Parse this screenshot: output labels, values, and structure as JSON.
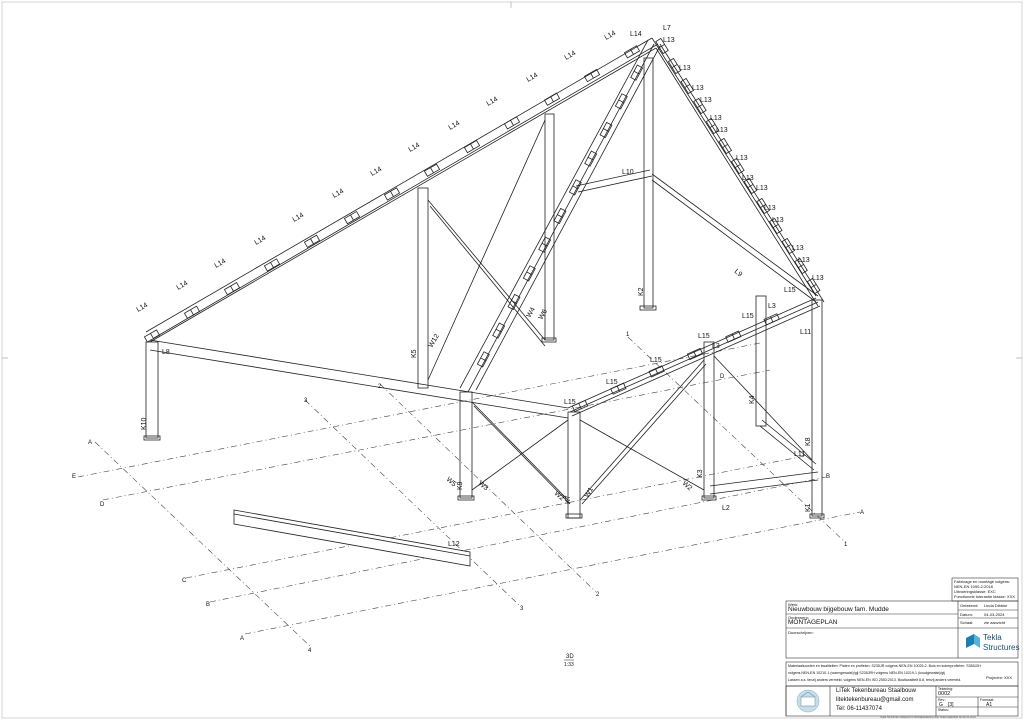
{
  "drawing": {
    "view_label": "3D",
    "scale_label": "1:33"
  },
  "member_labels": {
    "L14": "L14",
    "L13": "L13",
    "L15": "L15",
    "L2": "L2",
    "L3": "L3",
    "L7": "L7",
    "L8": "L8",
    "L9": "L9",
    "L10": "L10",
    "L11": "L11",
    "L12": "L12",
    "K1": "K1",
    "K2": "K2",
    "K3": "K3",
    "K4": "K4",
    "K5": "K5",
    "K7": "K7",
    "K8": "K8",
    "K9": "K9",
    "K10": "K10",
    "W1": "W1",
    "W2": "W2",
    "W3": "W3",
    "W4": "W4",
    "W5": "W5",
    "W6": "W6",
    "W12": "W12"
  },
  "grid_labels": {
    "A": "A",
    "B": "B",
    "C": "C",
    "D": "D",
    "E": "E",
    "n1": "1",
    "n2": "2",
    "n3": "3",
    "n4": "4"
  },
  "title_block": {
    "spec_lines": [
      "Fabricage en montage volgens:",
      "NEN-EN 1090-2:2018",
      "Uitvoeringsklasse: EXC",
      "Functionele tolerantie klasse: XXX"
    ],
    "werk_label": "Werk:",
    "werk_value": "Nieuwbouw bijgebouw fam. Mudde",
    "onderwerp_label": "Onderwerp:",
    "onderwerp_value": "MONTAGEPLAN",
    "getekend_label": "Getekend:",
    "getekend_value": "Linda Dibbke",
    "datum_label": "Datum:",
    "datum_value": "04-03-2024",
    "schaal_label": "Schaal:",
    "schaal_value": "zie aanzicht",
    "doorsturen_label": "Doorschrijven:",
    "logo_primary": "Tekla",
    "logo_secondary": "Structures",
    "notes_line1": "Materiaalsoorten en kwaliteiten: Platen en profielen: S235JR volgens NEN-EN 10025-2. Buis en kokerprofielen: S355J2H",
    "notes_line2": "volgens NEN-EN 10210-1 (warmgewalst)/gij S235JRH volgens NEN-EN 10219-1 (koudgewalst)/gij",
    "notes_line3": "Lassen a.s. tenzij anders vermeld, volgens NEN-EN ISO 2553:2013. Boutkwaliteit 8.8, tenzij anders vermeld.",
    "company_name": "LiTek Tekenbureau Staalbouw",
    "company_email": "litektekenbureau@gmail.com",
    "company_tel": "Tel: 06-11437074",
    "project_label": "Projectnr:",
    "project_value": "XXX",
    "tekening_label": "Tekening:",
    "tekening_value": "0002",
    "rev_label": "Rev.:",
    "rev_value": "G",
    "rev_index": "[3]",
    "formaat_label": "Formaat:",
    "formaat_value": "A1",
    "status_label": "Status:",
    "footer_text": "Tekla Structures  model/2023  Montagetekening vrije Sheet  Afgedrukt op 04-03-2024"
  },
  "colors": {
    "line": "#222222",
    "grid_line": "#444444",
    "tekla_accent": "#1a7fb5"
  }
}
